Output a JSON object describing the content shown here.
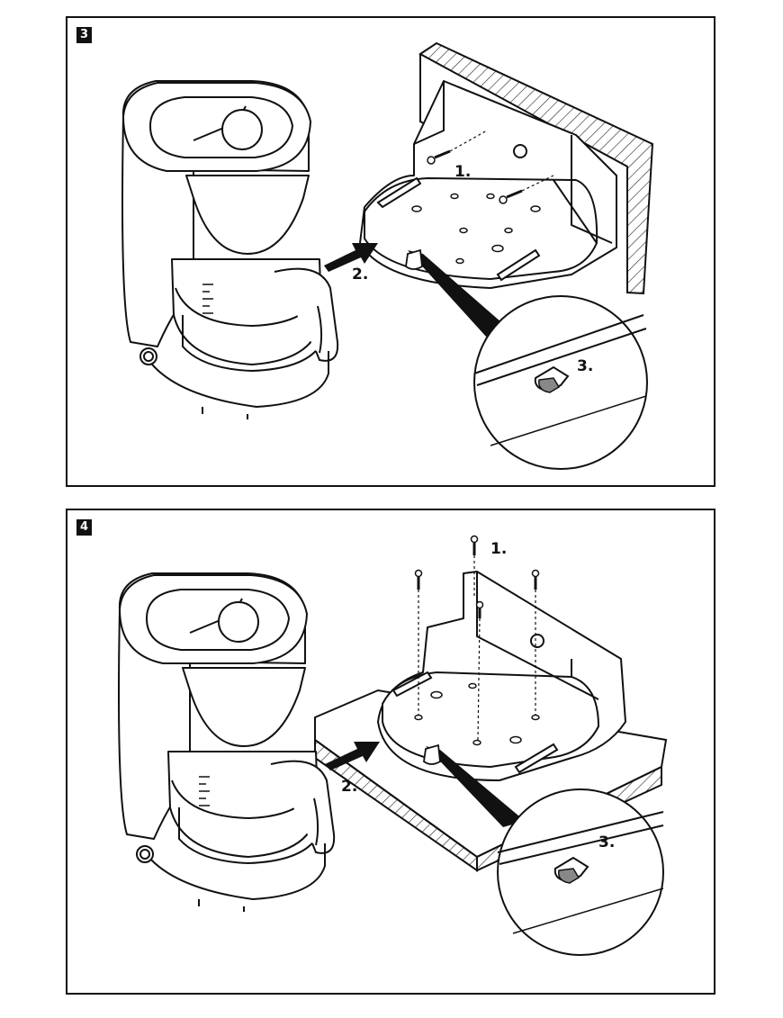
{
  "panels": [
    {
      "number": "3",
      "steps": {
        "s1": "1.",
        "s2": "2.",
        "s3": "3."
      }
    },
    {
      "number": "4",
      "steps": {
        "s1": "1.",
        "s2": "2.",
        "s3": "3."
      }
    }
  ]
}
